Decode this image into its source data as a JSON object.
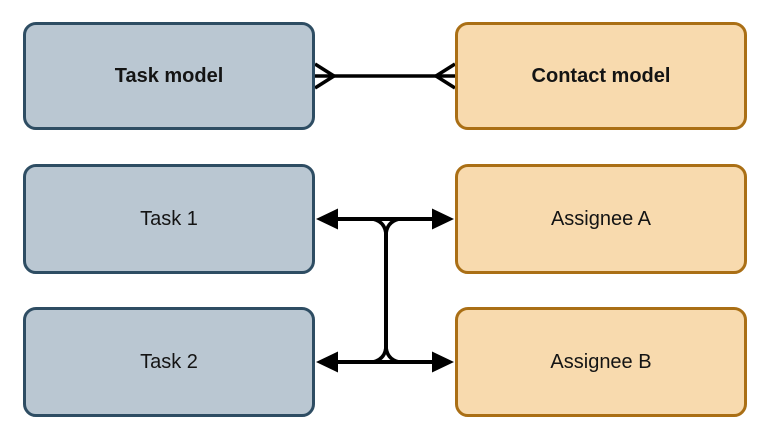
{
  "diagram": {
    "nodes": {
      "task_model": {
        "label": "Task model"
      },
      "contact_model": {
        "label": "Contact model"
      },
      "task_1": {
        "label": "Task 1"
      },
      "task_2": {
        "label": "Task 2"
      },
      "assignee_a": {
        "label": "Assignee A"
      },
      "assignee_b": {
        "label": "Assignee B"
      }
    },
    "connectors": [
      {
        "name": "task-model-to-contact-model",
        "type": "many-to-many crow's foot",
        "ends": [
          "Task model",
          "Contact model"
        ]
      },
      {
        "name": "task1-to-assigneeA",
        "type": "double-headed arrow",
        "ends": [
          "Task 1",
          "Assignee A"
        ]
      },
      {
        "name": "task2-to-assigneeB",
        "type": "double-headed arrow",
        "ends": [
          "Task 2",
          "Assignee B"
        ]
      },
      {
        "name": "cross-join",
        "type": "vertical join linking both arrow lines"
      }
    ],
    "colors": {
      "task_fill": "#bac7d2",
      "task_border": "#2e4d63",
      "contact_fill": "#f8daae",
      "contact_border": "#aa6f15",
      "connector": "#000000",
      "text": "#141414",
      "background": "#ffffff"
    }
  }
}
